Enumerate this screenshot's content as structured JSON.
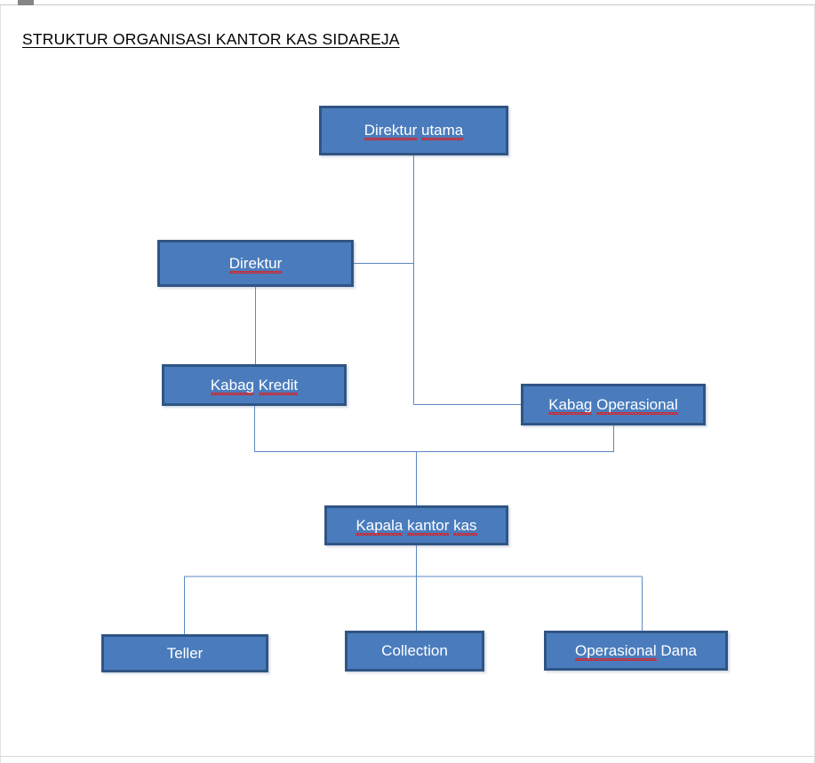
{
  "document": {
    "title": "STRUKTUR ORGANISASI KANTOR KAS SIDAREJA",
    "tab_icon": "document-handle-icon"
  },
  "theme": {
    "node_fill": "#4a7cbd",
    "node_border": "#2f5584",
    "node_text": "#ffffff",
    "connector": "#4a7cbd",
    "spellcheck_underline": "#e02020",
    "page_background": "#ffffff"
  },
  "chart_data": {
    "type": "diagram",
    "title": "STRUKTUR ORGANISASI KANTOR KAS SIDAREJA",
    "diagram_kind": "organization-chart",
    "nodes": [
      {
        "id": "direktur-utama",
        "label": "Direktur utama",
        "level": 0,
        "misspelled": [
          "Direktur",
          "utama"
        ]
      },
      {
        "id": "direktur",
        "label": "Direktur",
        "level": 1,
        "misspelled": [
          "Direktur"
        ]
      },
      {
        "id": "kabag-kredit",
        "label": "Kabag Kredit",
        "level": 2,
        "misspelled": [
          "Kabag",
          "Kredit"
        ]
      },
      {
        "id": "kabag-operasional",
        "label": "Kabag Operasional",
        "level": 2,
        "misspelled": [
          "Kabag",
          "Operasional"
        ]
      },
      {
        "id": "kapala-kantor-kas",
        "label": "Kapala kantor kas",
        "level": 3,
        "misspelled": [
          "Kapala",
          "kantor",
          "kas"
        ]
      },
      {
        "id": "teller",
        "label": "Teller",
        "level": 4,
        "misspelled": []
      },
      {
        "id": "collection",
        "label": "Collection",
        "level": 4,
        "misspelled": []
      },
      {
        "id": "operasional-dana",
        "label": "Operasional Dana",
        "level": 4,
        "misspelled": [
          "Operasional"
        ]
      }
    ],
    "edges": [
      {
        "from": "direktur-utama",
        "to": "direktur"
      },
      {
        "from": "direktur-utama",
        "to": "kabag-operasional"
      },
      {
        "from": "direktur",
        "to": "kabag-kredit"
      },
      {
        "from": "kabag-kredit",
        "to": "kapala-kantor-kas"
      },
      {
        "from": "kabag-operasional",
        "to": "kapala-kantor-kas"
      },
      {
        "from": "kapala-kantor-kas",
        "to": "teller"
      },
      {
        "from": "kapala-kantor-kas",
        "to": "collection"
      },
      {
        "from": "kapala-kantor-kas",
        "to": "operasional-dana"
      }
    ]
  },
  "nodes": {
    "direktur_utama": {
      "label": "Direktur utama",
      "w1": "Direktur",
      "sep": " ",
      "w2": "utama"
    },
    "direktur": {
      "label": "Direktur",
      "w1": "Direktur"
    },
    "kabag_kredit": {
      "label": "Kabag Kredit",
      "w1": "Kabag",
      "sep": " ",
      "w2": "Kredit"
    },
    "kabag_operasional": {
      "label": "Kabag Operasional",
      "w1": "Kabag",
      "sep": " ",
      "w2": "Operasional"
    },
    "kapala_kantor_kas": {
      "label": "Kapala kantor kas",
      "w1": "Kapala",
      "sep": " ",
      "w2": "kantor",
      "sep2": " ",
      "w3": "kas"
    },
    "teller": {
      "label": "Teller"
    },
    "collection": {
      "label": "Collection"
    },
    "operasional_dana": {
      "label": "Operasional Dana",
      "w1": "Operasional",
      "plain": " Dana"
    }
  }
}
